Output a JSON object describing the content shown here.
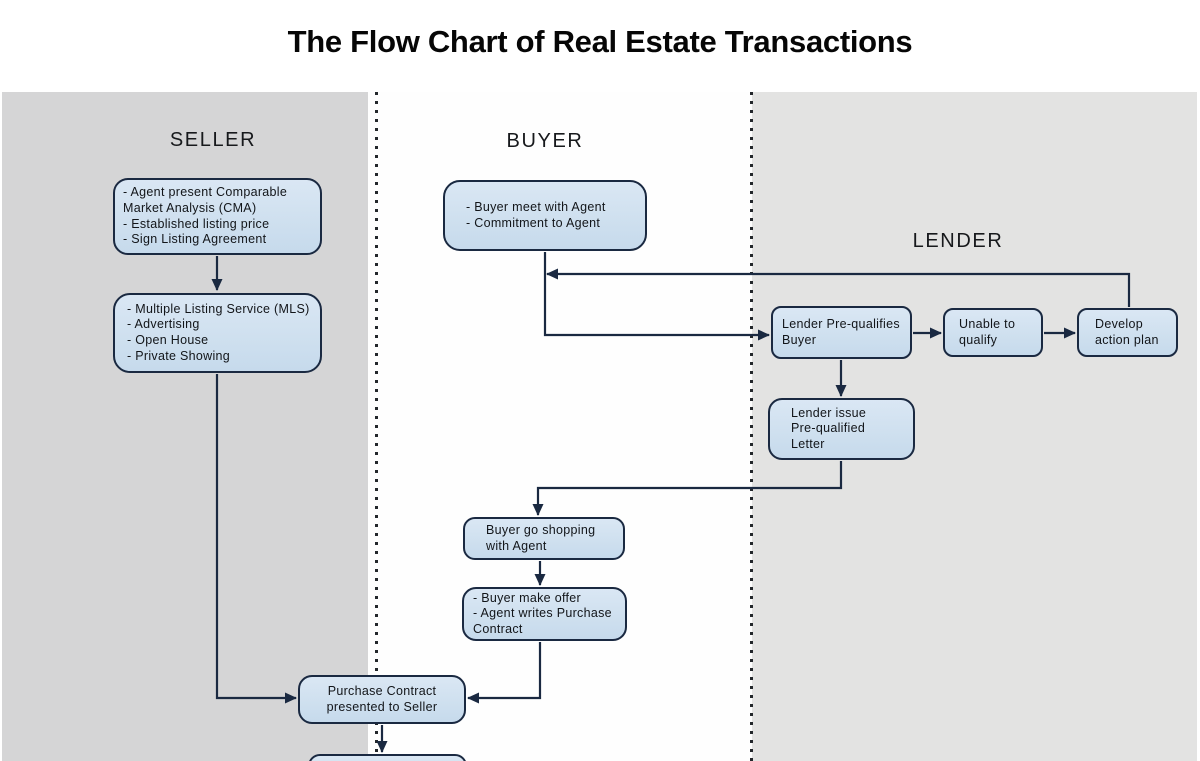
{
  "title": "The Flow Chart of Real Estate Transactions",
  "lanes": {
    "seller": {
      "label": "SELLER"
    },
    "buyer": {
      "label": "BUYER"
    },
    "lender": {
      "label": "LENDER"
    }
  },
  "nodes": {
    "seller_cma": {
      "text": "- Agent present Comparable\nMarket Analysis (CMA)\n- Established listing price\n- Sign Listing Agreement"
    },
    "seller_mls": {
      "text": "- Multiple Listing Service (MLS)\n- Advertising\n- Open House\n- Private Showing"
    },
    "buyer_meet": {
      "text": "- Buyer meet with Agent\n- Commitment to Agent"
    },
    "lender_prequalify": {
      "text": "Lender Pre-qualifies\nBuyer"
    },
    "unable_to_qualify": {
      "text": "Unable to\nqualify"
    },
    "develop_plan": {
      "text": "Develop\naction plan"
    },
    "lender_letter": {
      "text": "Lender issue\nPre-qualified\nLetter"
    },
    "buyer_shopping": {
      "text": "Buyer go shopping\nwith Agent"
    },
    "buyer_offer": {
      "text": "- Buyer make offer\n- Agent writes Purchase\nContract"
    },
    "purchase_contract": {
      "text": "Purchase Contract\npresented to Seller"
    }
  },
  "colors": {
    "node_fill": "#cfe0ef",
    "node_border": "#1a2941",
    "wire": "#1a2941",
    "seller_lane": "#d5d5d6",
    "buyer_lane": "#fefefe",
    "lender_lane": "#e3e3e2",
    "title_text": "#060606"
  }
}
